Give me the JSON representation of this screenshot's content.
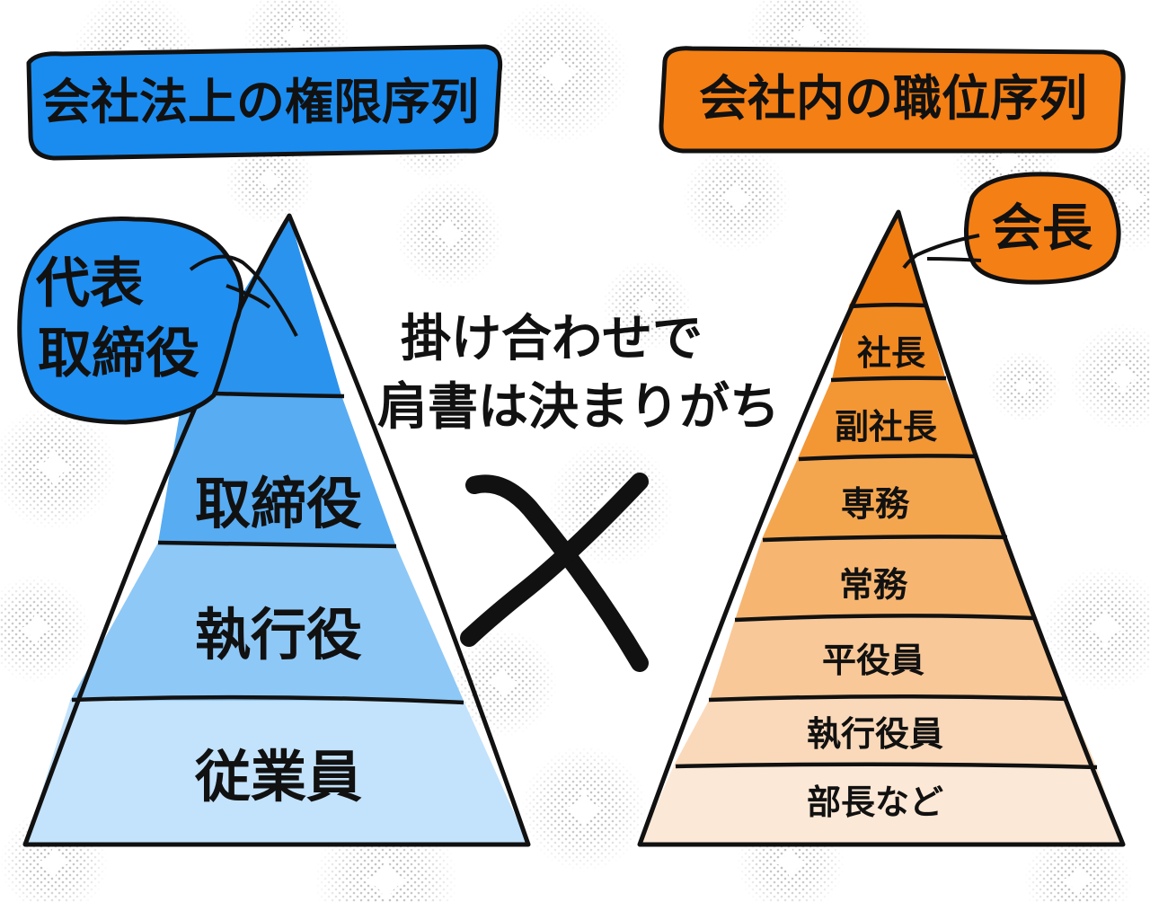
{
  "left_panel": {
    "title": "会社法上の権限序列",
    "bubble": {
      "line1": "代表",
      "line2": "取締役"
    },
    "tiers": [
      "取締役",
      "執行役",
      "従業員"
    ],
    "colors": {
      "title_fill": "#1a8cf0",
      "bubble_fill": "#1f8ff2",
      "tier_fills": [
        "#2a93ee",
        "#58acf2",
        "#8ec8f6",
        "#c3e2fb"
      ]
    }
  },
  "right_panel": {
    "title": "会社内の職位序列",
    "bubble": {
      "label": "会長"
    },
    "tiers": [
      "社長",
      "副社長",
      "専務",
      "常務",
      "平役員",
      "執行役員",
      "部長など"
    ],
    "colors": {
      "title_fill": "#f47f14",
      "bubble_fill": "#f47f14",
      "tier_fills": [
        "#f07d12",
        "#f28a22",
        "#f39634",
        "#f4a64f",
        "#f6b672",
        "#f8c898",
        "#fad9ba",
        "#fce8d6"
      ]
    }
  },
  "center": {
    "line1": "掛け合わせで",
    "line2": "肩書は決まりがち",
    "cross_symbol": "×"
  },
  "outline_color": "#111111",
  "background_pattern": "halftone-sparkles"
}
